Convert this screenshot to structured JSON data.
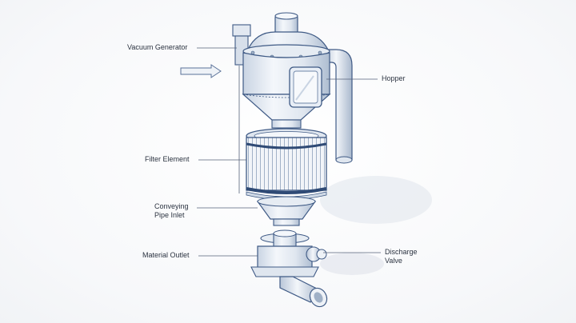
{
  "labels": {
    "vacuum_generator": "Vacuum Generator",
    "hopper": "Hopper",
    "filter_element": "Filter Element",
    "conveying_pipe_inlet": "Conveying\nPipe Inlet",
    "material_outlet": "Material Outlet",
    "discharge_valve": "Discharge\nValve"
  },
  "colors": {
    "outline": "#3f5a85",
    "metal_light": "#eef2f7",
    "metal_mid": "#cfd9e6",
    "metal_dark": "#9fb0c6",
    "leader": "#56627a",
    "arrow": "#5a7299"
  }
}
